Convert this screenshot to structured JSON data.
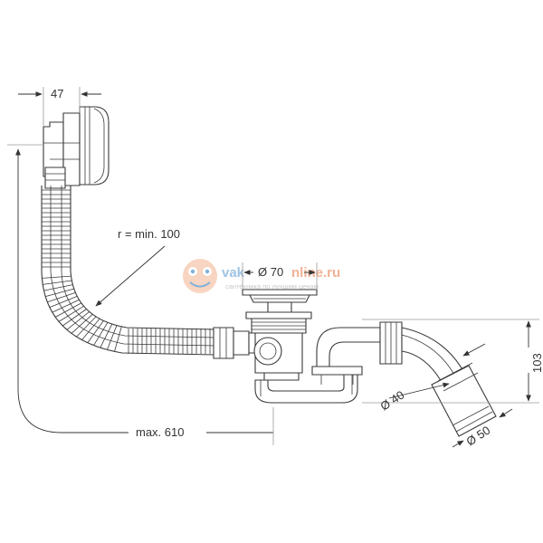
{
  "dimensions": {
    "overflow_depth": "47",
    "bend_radius": "r = min. 100",
    "waste_diameter": "Ø 70",
    "max_length": "max. 610",
    "height": "103",
    "outlet_diameter_inner": "Ø 40",
    "outlet_diameter_outer": "Ø 50"
  },
  "watermark": {
    "brand_left": "vak",
    "brand_right": "nline.ru",
    "tagline": "сантехника по лучшим ценам",
    "color_blue": "#4a90c8",
    "color_orange": "#e8763a"
  },
  "colors": {
    "line": "#3a3a3a",
    "background": "#ffffff"
  }
}
